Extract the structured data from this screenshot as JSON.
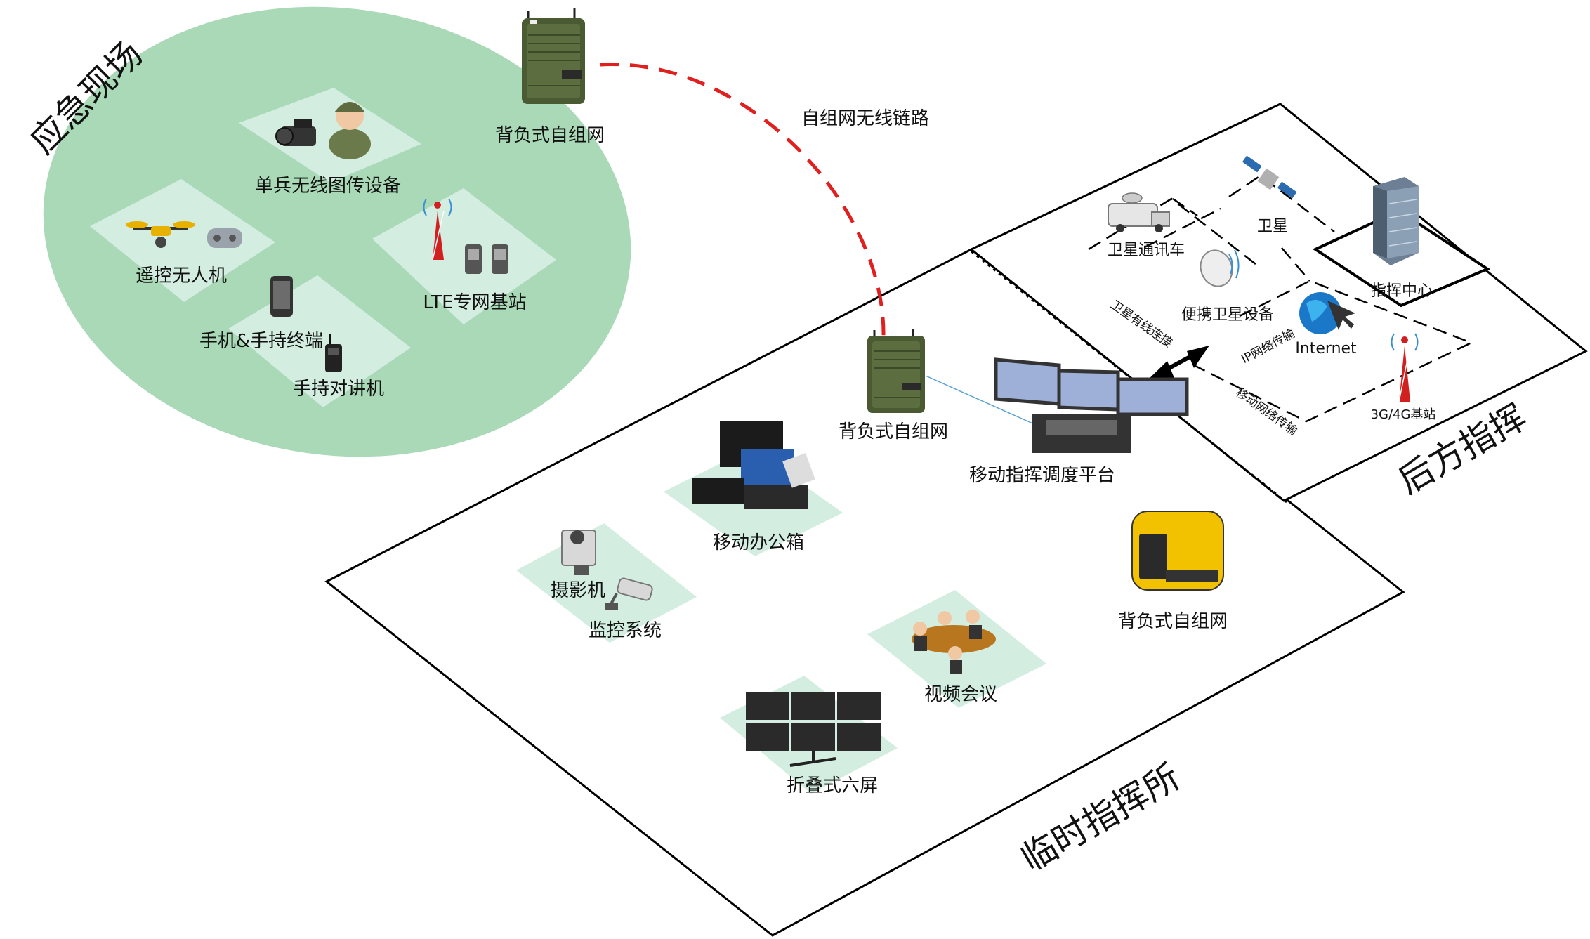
{
  "zones": {
    "field": "应急现场",
    "temp": "临时指挥所",
    "rear": "后方指挥"
  },
  "links": {
    "mesh_wireless": "自组网无线链路",
    "sat_wired": "卫星有线连接",
    "ip_network": "IP网络传输",
    "mobile_network": "移动网络传输"
  },
  "field": {
    "backpack_top": "背负式自组网",
    "soldier": "单兵无线图传设备",
    "uav": "遥控无人机",
    "lte": "LTE专网基站",
    "phone": "手机&手持终端",
    "walkie": "手持对讲机"
  },
  "temp": {
    "backpack_mid": "背负式自组网",
    "platform": "移动指挥调度平台",
    "office_box": "移动办公箱",
    "camera": "摄影机",
    "monitor": "监控系统",
    "video_conf": "视频会议",
    "six_screen": "折叠式六屏",
    "generator": "背负式自组网"
  },
  "rear": {
    "sat_truck": "卫星通讯车",
    "satellite": "卫星",
    "portable_sat": "便携卫星设备",
    "command_center": "指挥中心",
    "internet": "Internet",
    "base_station": "3G/4G基站"
  },
  "colors": {
    "field_ellipse": "#a9d9b6",
    "pad": "#d3eee1",
    "mesh_link": "#e0201f",
    "backpack": "#4a5a33"
  }
}
